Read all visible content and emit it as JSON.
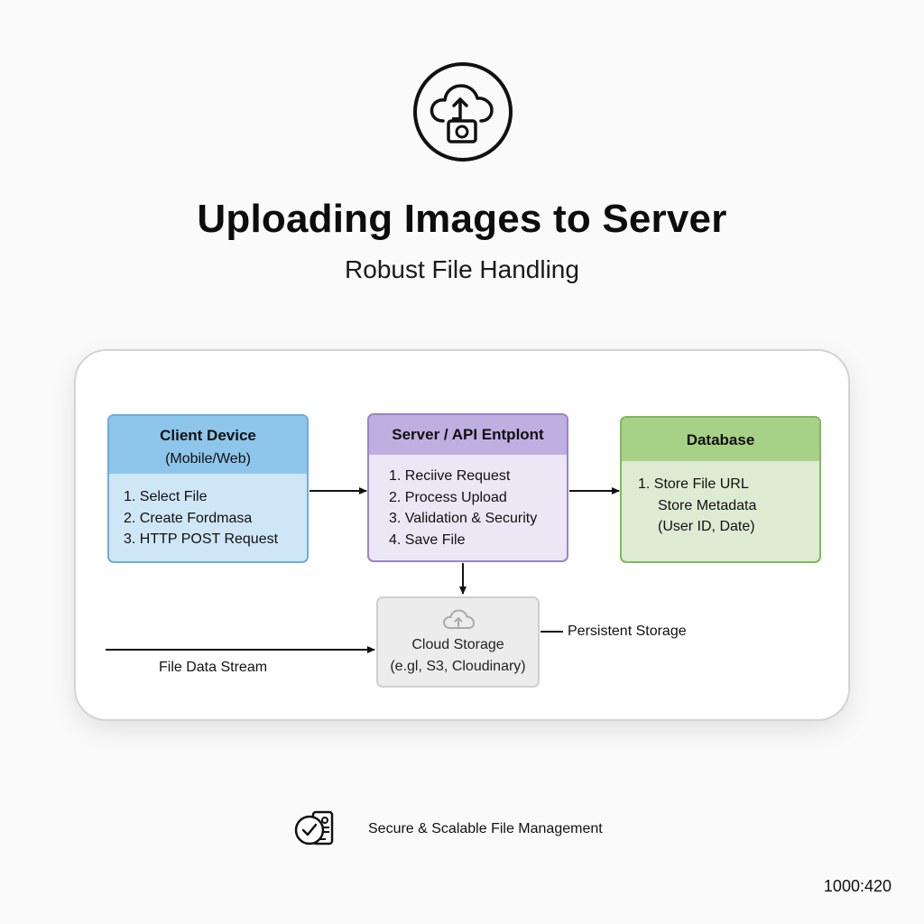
{
  "header": {
    "title": "Uploading Images to Server",
    "subtitle": "Robust File Handling"
  },
  "nodes": {
    "client": {
      "title": "Client Device",
      "subtitle": "(Mobile/Web)",
      "steps": [
        "1. Select File",
        "2. Create Fordmasa",
        "3. HTTP POST Request"
      ]
    },
    "server": {
      "title": "Server / API Entplont",
      "steps": [
        "1. Reciive Request",
        "2. Process Upload",
        "3. Validation & Security",
        "4. Save File"
      ]
    },
    "database": {
      "title": "Database",
      "steps": [
        "1. Store File URL",
        "Store Metadata",
        "(User ID, Date)"
      ]
    },
    "storage": {
      "title": "Cloud Storage",
      "subtitle": "(e.gl, S3, Cloudinary)"
    }
  },
  "edge_labels": {
    "stream": "File Data Stream",
    "persistent": "Persistent Storage"
  },
  "footer": {
    "text": "Secure & Scalable File Management"
  },
  "corner_label": "1000:420",
  "icons": {
    "hero": "cloud-upload-camera-icon",
    "storage": "cloud-upload-icon",
    "footer": "check-shield-device-icon"
  },
  "colors": {
    "client_header": "#8ec5ea",
    "client_body": "#cfe6f7",
    "server_header": "#bfaee0",
    "server_body": "#ece6f5",
    "database_header": "#a6d187",
    "database_body": "#dcebd2",
    "storage_body": "#ececec"
  }
}
